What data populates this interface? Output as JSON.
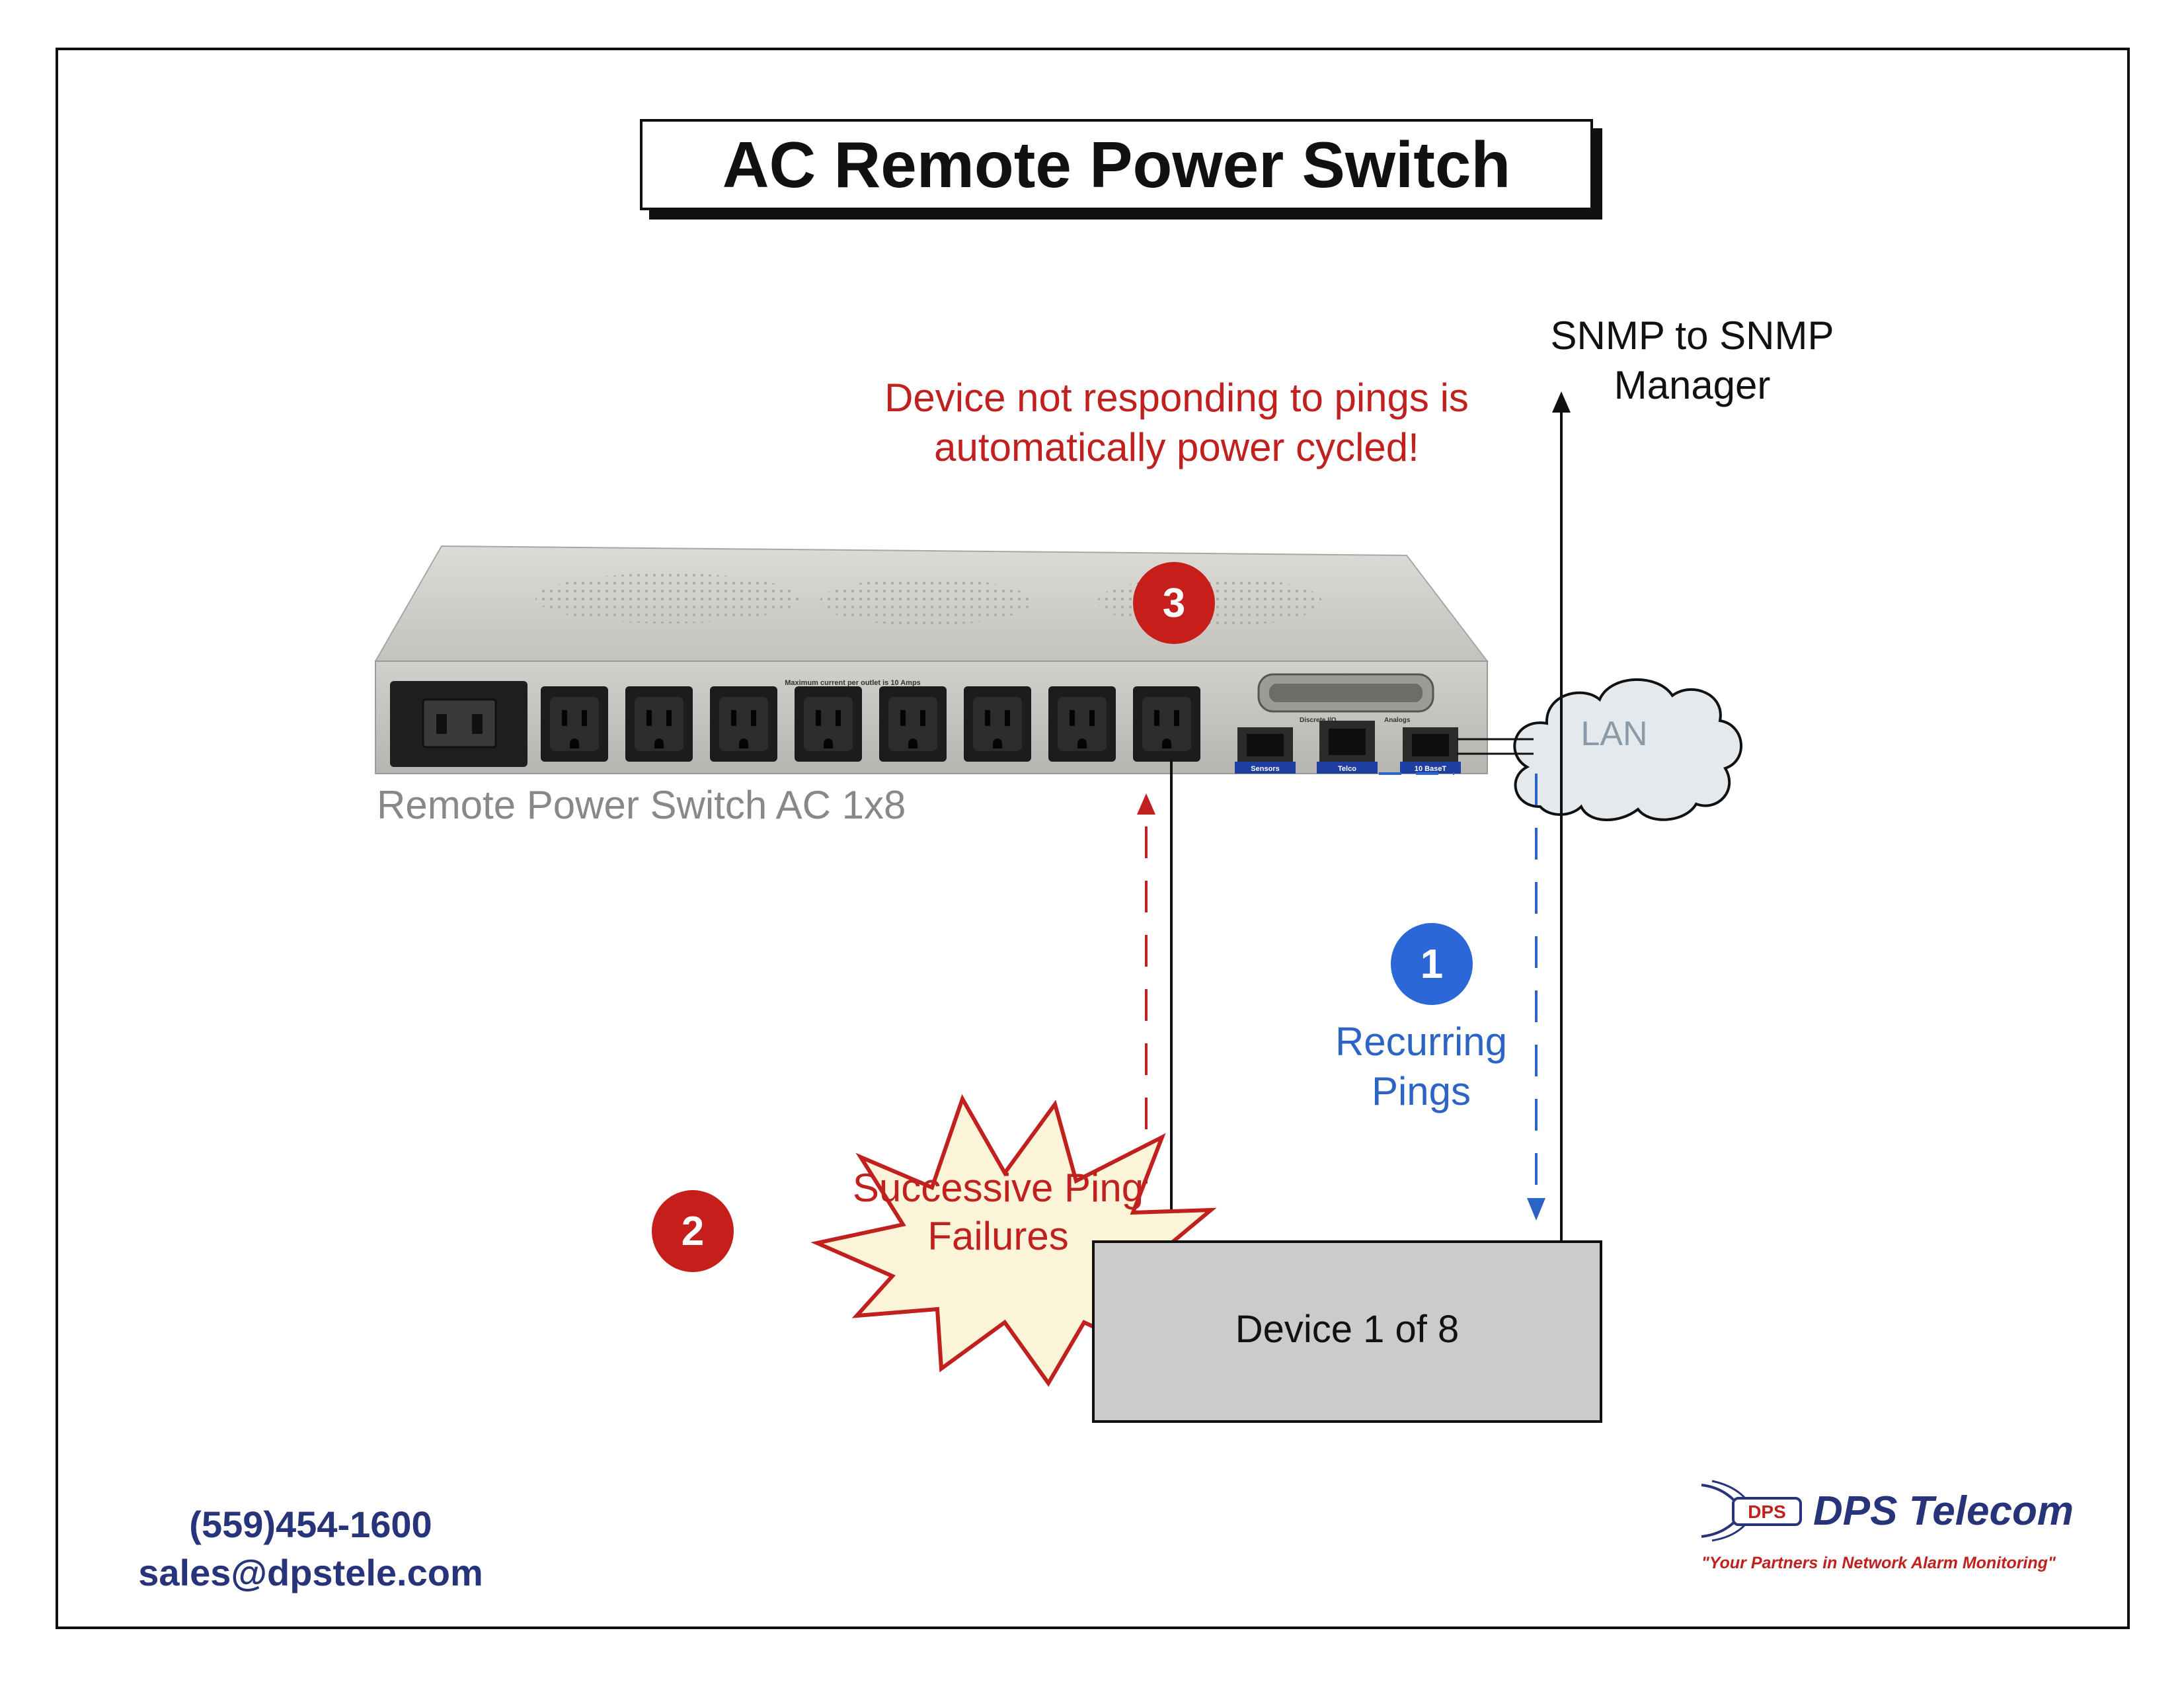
{
  "title": "AC Remote Power Switch",
  "snmp_label": "SNMP to SNMP Manager",
  "cycle_note": "Device not responding to pings is automatically power cycled!",
  "device_name": "Remote Power Switch AC 1x8",
  "lan_label": "LAN",
  "recurring_pings": "Recurring Pings",
  "ping_failures": "Successive Ping Failures",
  "target_device": "Device 1 of 8",
  "steps": {
    "one": "1",
    "two": "2",
    "three": "3"
  },
  "panel": {
    "outlet_note": "Maximum current per outlet is 10 Amps",
    "port_labels": [
      "Sensors",
      "Telco",
      "10 BaseT"
    ],
    "connector_labels": [
      "Discrete I/O",
      "Analogs"
    ],
    "outlet_count": 8
  },
  "contact": {
    "phone": "(559)454-1600",
    "email": "sales@dpstele.com"
  },
  "logo": {
    "mark": "DPS",
    "name": "DPS Telecom",
    "tagline": "\"Your Partners in Network Alarm Monitoring\""
  },
  "colors": {
    "alert_red": "#c0201e",
    "ping_blue": "#2b64c4",
    "device_gray": "#cbcbcb",
    "brand_navy": "#27347a"
  }
}
